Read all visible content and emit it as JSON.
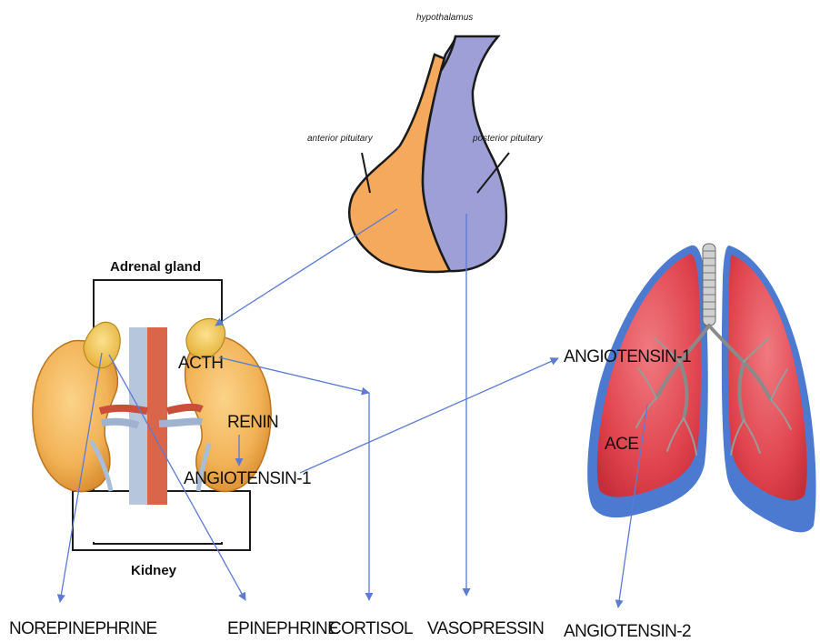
{
  "pituitary": {
    "hypothalamus_label": "hypothalamus",
    "anterior_label": "anterior pituitary",
    "posterior_label": "posterior pituitary"
  },
  "adrenal": {
    "box_top_label": "Adrenal gland",
    "box_bottom_label": "Kidney",
    "acth_label": "ACTH",
    "renin_label": "RENIN",
    "angiotensin1_label": "ANGIOTENSIN-1"
  },
  "lungs": {
    "angiotensin1_label": "ANGIOTENSIN-1",
    "ace_label": "ACE"
  },
  "outputs": {
    "norepinephrine": "NOREPINEPHRINE",
    "epinephrine": "EPINEPHRINE",
    "cortisol": "CORTISOL",
    "vasopressin": "VASOPRESSIN",
    "angiotensin2": "ANGIOTENSIN-2"
  },
  "colors": {
    "anterior": "#f4a95c",
    "posterior": "#9d9fd6",
    "arrow": "#5b7bd4",
    "lung_fill": "#e0434d",
    "lung_edge": "#4c7ad0",
    "kidney": "#f2b357",
    "adrenal": "#f5c85a"
  }
}
